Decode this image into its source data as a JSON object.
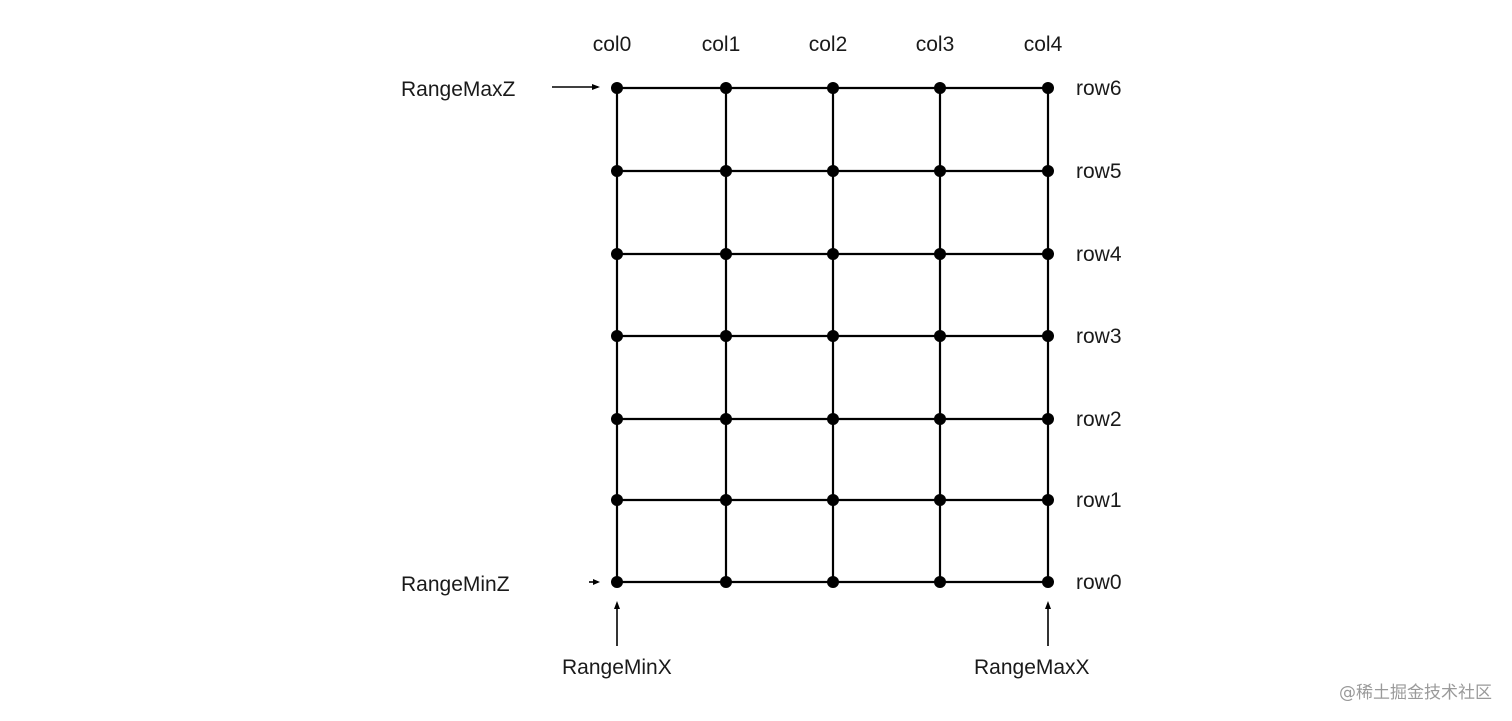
{
  "diagram": {
    "columns": [
      "col0",
      "col1",
      "col2",
      "col3",
      "col4"
    ],
    "rows_top_to_bottom": [
      "row6",
      "row5",
      "row4",
      "row3",
      "row2",
      "row1",
      "row0"
    ],
    "annotations": {
      "range_max_z": "RangeMaxZ",
      "range_min_z": "RangeMinZ",
      "range_min_x": "RangeMinX",
      "range_max_x": "RangeMaxX"
    },
    "watermark": "@稀土掘金技术社区"
  }
}
